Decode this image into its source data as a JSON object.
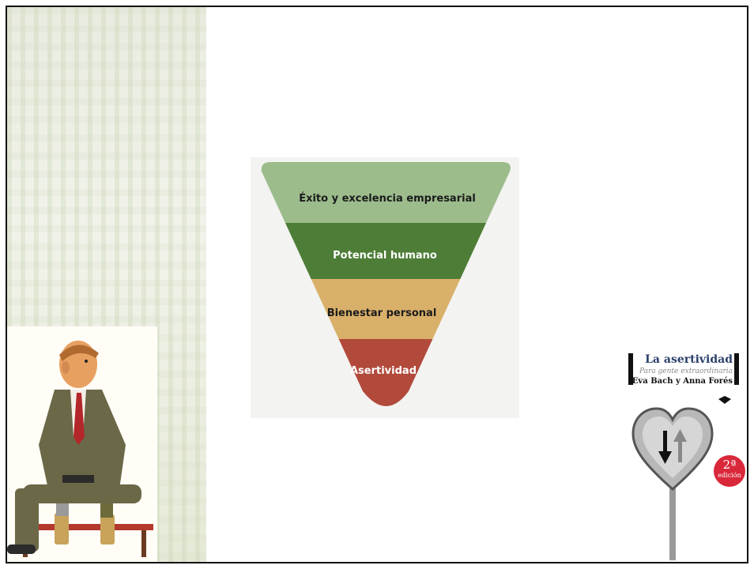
{
  "pyramid": {
    "tiers": [
      {
        "label": "Éxito y excelencia empresarial",
        "color": "#9cbc8c",
        "text_color": "#1b1b1b"
      },
      {
        "label": "Potencial humano",
        "color": "#4e7d37",
        "text_color": "#ffffff"
      },
      {
        "label": "Bienestar personal",
        "color": "#d9b06a",
        "text_color": "#1b1b1b"
      },
      {
        "label": "Asertividad",
        "color": "#b24a3c",
        "text_color": "#ffffff"
      }
    ]
  },
  "book": {
    "title": "La asertividad",
    "subtitle": "Para gente extraordinaria",
    "authors": "Eva Bach y Anna Forés",
    "edition_number": "2ª",
    "edition_word": "edición"
  },
  "colors": {
    "border": "#111111",
    "background": "#ffffff",
    "badge": "#d9283a",
    "heart": "#b8b8b8"
  }
}
